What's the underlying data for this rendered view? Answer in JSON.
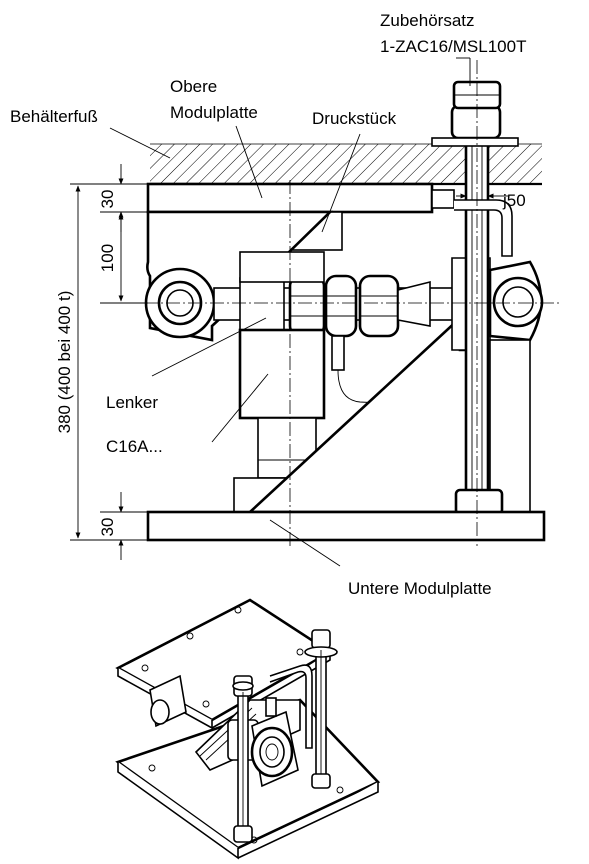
{
  "labels": {
    "accessory_line1": "Zubehörsatz",
    "accessory_line2": "1-ZAC16/MSL100T",
    "foot": "Behälterfuß",
    "upper_plate_line1": "Obere",
    "upper_plate_line2": "Modulplatte",
    "pressure_piece": "Druckstück",
    "link": "Lenker",
    "load_cell": "C16A...",
    "lower_plate": "Untere Modulplatte"
  },
  "dimensions": {
    "top_plate": "30",
    "upper_height": "100",
    "total_height": "380 (400 bei 400 t)",
    "bottom_plate": "30",
    "gap": "j50"
  }
}
